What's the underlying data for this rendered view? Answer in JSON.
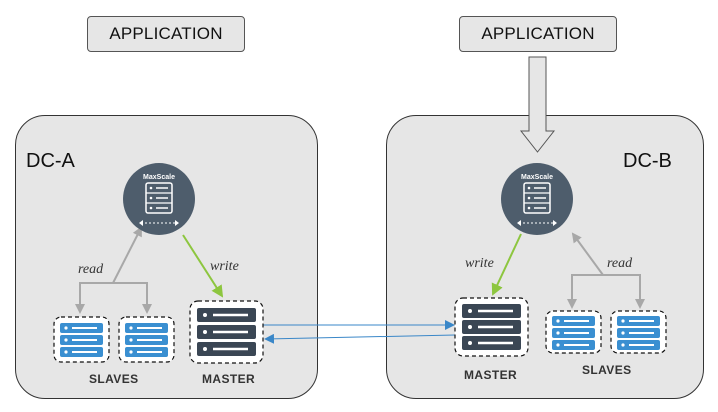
{
  "apps": {
    "left_label": "APPLICATION",
    "right_label": "APPLICATION"
  },
  "dc_a": {
    "label": "DC-A",
    "maxscale_label": "MaxScale",
    "read_label": "read",
    "write_label": "write",
    "slaves_label": "SLAVES",
    "master_label": "MASTER"
  },
  "dc_b": {
    "label": "DC-B",
    "maxscale_label": "MaxScale",
    "read_label": "read",
    "write_label": "write",
    "slaves_label": "SLAVES",
    "master_label": "MASTER"
  },
  "colors": {
    "panel_fill": "#e6e6e6",
    "maxscale_fill": "#4e5d6c",
    "master_fill": "#3a4654",
    "slave_fill": "#3a8fd1",
    "write_arrow": "#8dc63f",
    "read_arrow": "#a8a8a8",
    "replication_arrow": "#3a87c8"
  },
  "icons": {
    "maxscale": "maxscale-server-icon",
    "master": "master-server-icon",
    "slave": "slave-server-icon"
  }
}
